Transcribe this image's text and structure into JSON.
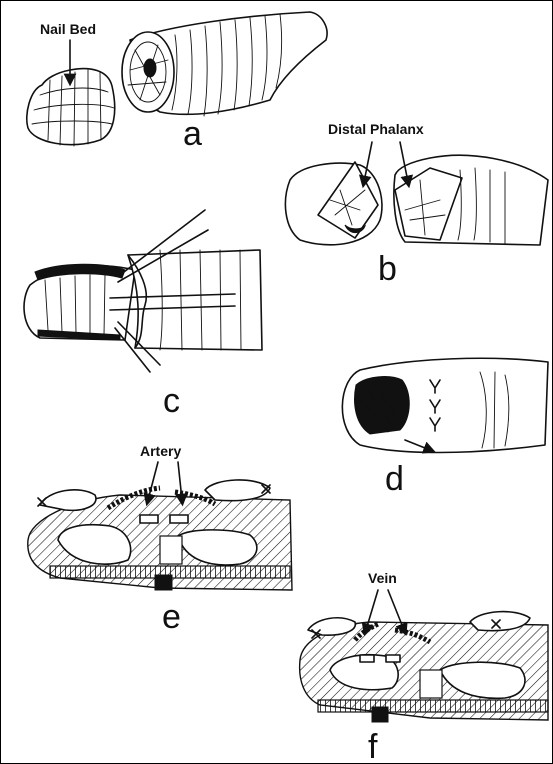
{
  "labels": {
    "nail_bed": "Nail Bed",
    "distal_phalanx": "Distal Phalanx",
    "artery": "Artery",
    "vein": "Vein"
  },
  "panels": {
    "a": "a",
    "b": "b",
    "c": "c",
    "d": "d",
    "e": "e",
    "f": "f"
  }
}
